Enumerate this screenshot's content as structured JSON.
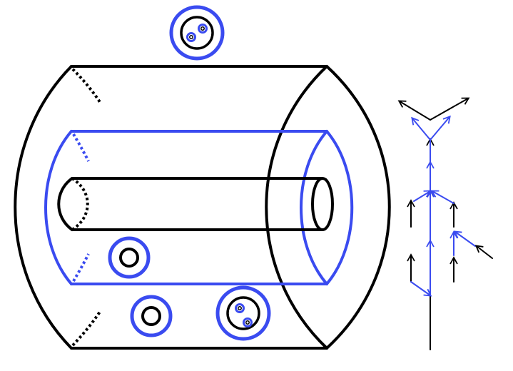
{
  "colors": {
    "black": "#000000",
    "blue": "#3a4bf0",
    "background": "#ffffff"
  },
  "figure": {
    "description_free": true,
    "components": [
      "outer-cylinder",
      "middle-cylinder",
      "inner-cylinder",
      "disk-top",
      "disk-left",
      "disk-bottom-left",
      "disk-bottom-right",
      "tree-graph"
    ]
  }
}
